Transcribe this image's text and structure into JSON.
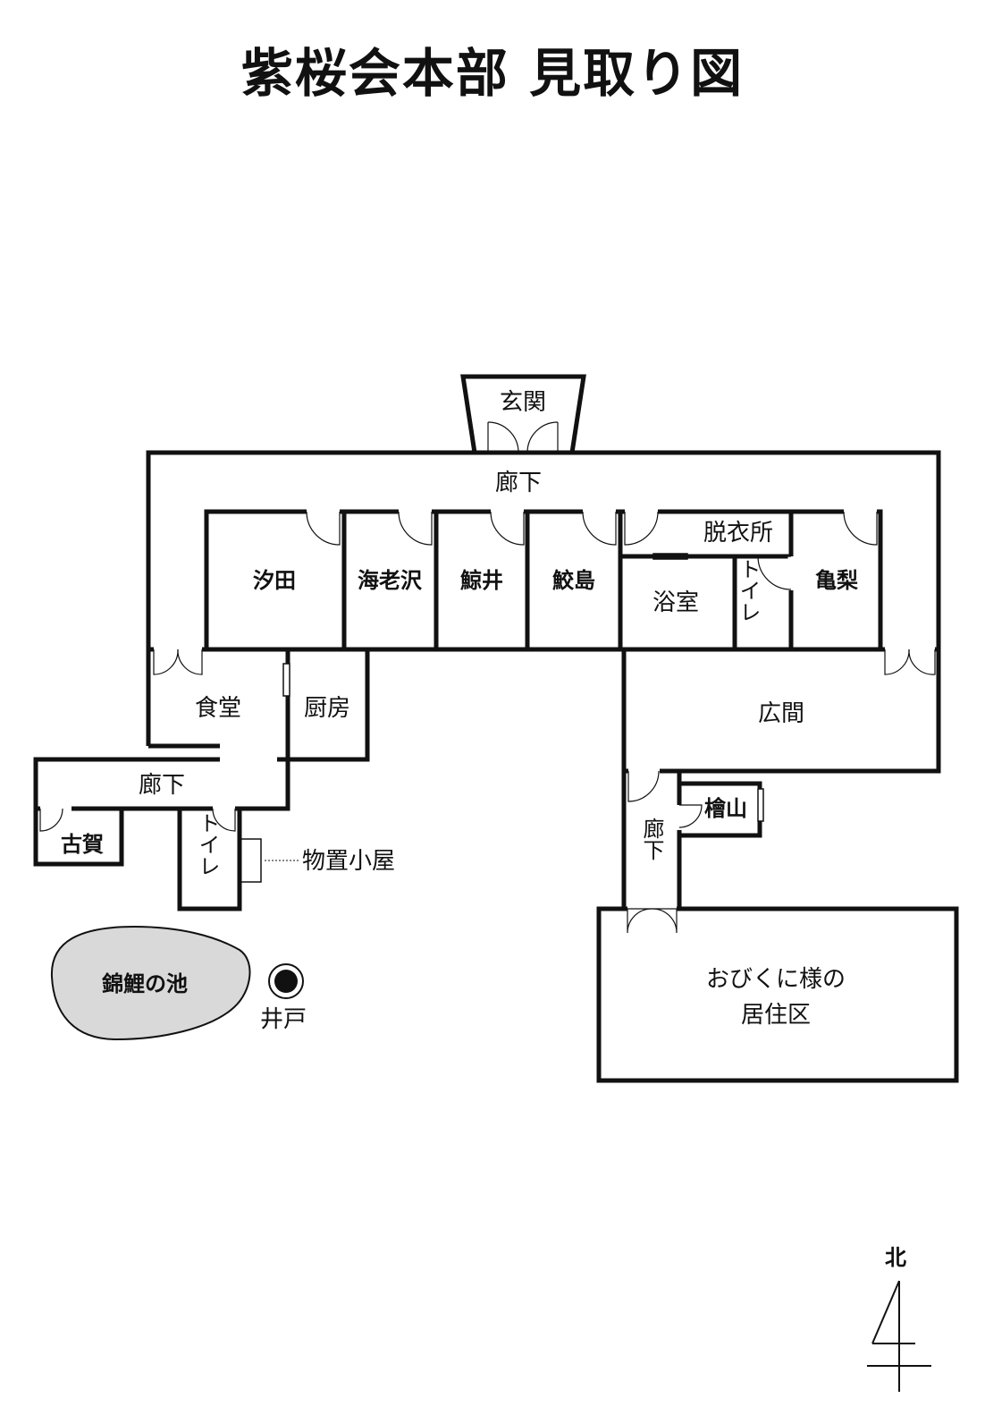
{
  "title": "紫桜会本部 見取り図",
  "rooms": {
    "entrance": "玄関",
    "corridor_main": "廊下",
    "shioda": "汐田",
    "ebisawa": "海老沢",
    "kujirai": "鯨井",
    "samejima": "鮫島",
    "dressing": "脱衣所",
    "bath": "浴室",
    "toilet_upper": "トイレ",
    "kamenashi": "亀梨",
    "dining": "食堂",
    "kitchen": "厨房",
    "corridor_west": "廊下",
    "koga": "古賀",
    "toilet_lower": "トイレ",
    "storage_shed": "物置小屋",
    "hall": "広間",
    "hiyama": "檜山",
    "corridor_east": "廊下",
    "residence_line1": "おびくに様の",
    "residence_line2": "居住区"
  },
  "outdoor": {
    "pond": "錦鯉の池",
    "well": "井戸"
  },
  "compass": {
    "north": "北"
  }
}
